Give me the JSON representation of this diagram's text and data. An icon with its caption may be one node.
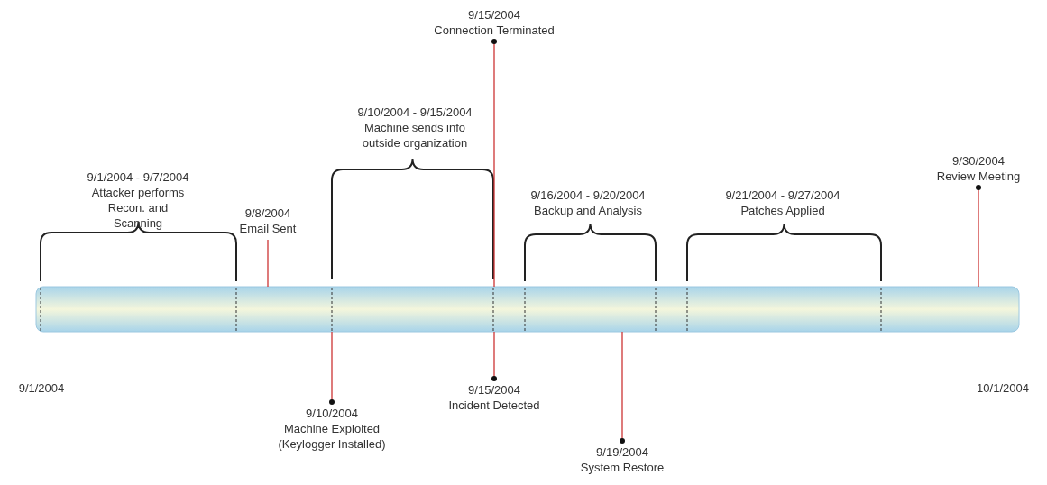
{
  "diagram": {
    "nodes": [
      {
        "text": [],
        "shape": "bar"
      },
      {
        "text": [
          "9/8/2004",
          "Email Sent"
        ]
      },
      {
        "text": [
          "9/10/2004",
          "Machine Exploited (Keylogger Installed)"
        ]
      },
      {
        "text": [
          "9/15/2004",
          "Connection Terminated"
        ]
      },
      {
        "text": [
          "9/15/2004",
          "Incident Detected"
        ]
      },
      {
        "text": [
          "9/19/2004",
          "System Restore"
        ]
      },
      {
        "text": [
          "9/30/2004",
          "Review Meeting"
        ]
      }
    ],
    "edges": [
      {
        "from": 1,
        "to": 0,
        "arrow": "none"
      },
      {
        "from": 2,
        "to": 0,
        "arrow": "other"
      },
      {
        "from": 3,
        "to": 0,
        "arrow": "other"
      },
      {
        "from": 4,
        "to": 0,
        "arrow": "other"
      },
      {
        "from": 5,
        "to": 0,
        "arrow": "other"
      },
      {
        "from": 6,
        "to": 0,
        "arrow": "other"
      }
    ],
    "labels": [
      "9/1/2004 - 9/7/2004",
      "Attacker performs Recon. and Scanning",
      "9/10/2004 - 9/15/2004",
      "Machine sends info outside organization",
      "9/16/2004 - 9/20/2004",
      "Backup and Analysis",
      "9/21/2004 - 9/27/2004",
      "Patches Applied",
      "9/1/2004",
      "10/1/2004"
    ]
  }
}
